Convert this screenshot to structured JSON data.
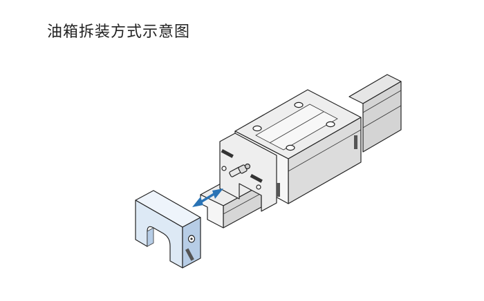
{
  "title": "油箱拆装方式示意图",
  "colors": {
    "arrow": "#2a73b5",
    "body_face": "#f4f4f4",
    "body_side": "#d9d9d9",
    "body_top": "#ececec",
    "cap_blue": "#dde9f5",
    "cap_blue_dark": "#b7cde6",
    "outline": "#222222"
  },
  "icons": {
    "move_arrow": "double-headed-arrow",
    "grease_nipple": "grease-nipple"
  }
}
